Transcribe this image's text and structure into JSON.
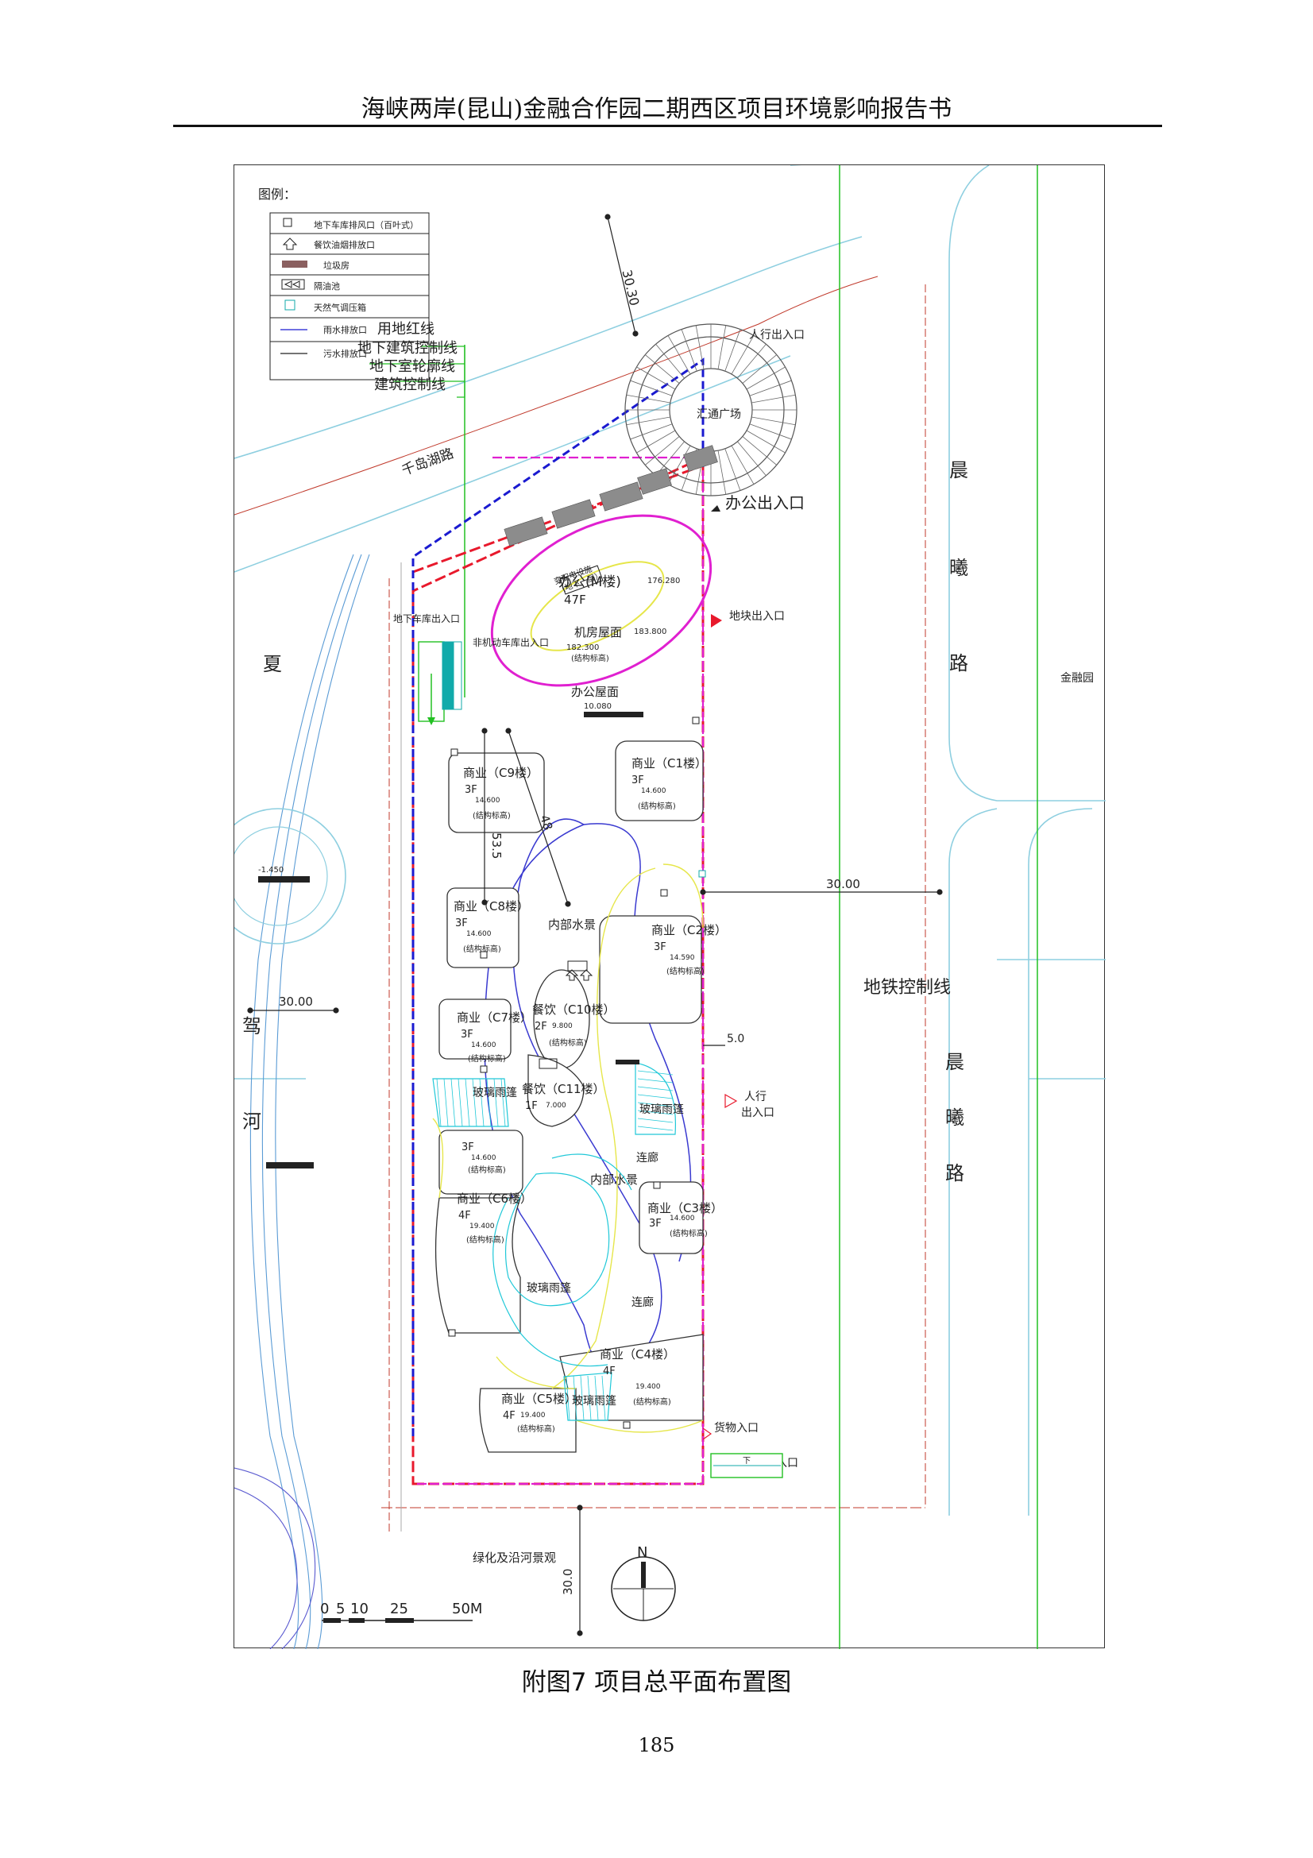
{
  "header": {
    "title": "海峡两岸(昆山)金融合作园二期西区项目环境影响报告书"
  },
  "legend": {
    "title": "图例：",
    "items": [
      {
        "label": "地下车库排风口（百叶式）",
        "icon": "exhaust-vent-icon"
      },
      {
        "label": "餐饮油烟排放口",
        "icon": "fume-outlet-icon"
      },
      {
        "label": "垃圾房",
        "icon": "garbage-room-icon"
      },
      {
        "label": "隔油池",
        "icon": "grease-trap-icon"
      },
      {
        "label": "天然气调压箱",
        "icon": "gas-regulator-icon"
      },
      {
        "label": "雨水排放口",
        "icon": "rainwater-outlet-icon"
      },
      {
        "label": "污水排放口",
        "icon": "sewage-outlet-icon"
      }
    ]
  },
  "boundary_labels": [
    "用地红线",
    "地下建筑控制线",
    "地下室轮廓线",
    "建筑控制线"
  ],
  "roads": {
    "qiandao": "千岛湖路",
    "chenxi_top": [
      "晨",
      "曦",
      "路"
    ],
    "chenxi_bottom": [
      "晨",
      "曦",
      "路"
    ],
    "xiajia_top": "夏",
    "xiajia_bottom": [
      "驾",
      "河"
    ],
    "jinrongyuan": "金融园"
  },
  "dimensions": {
    "d_top": "30.30",
    "d_left": "30.00",
    "d_right": "30.00",
    "d_bottom": "30.0",
    "d_center": "53.5",
    "d_diag": "48",
    "d_small": "5.0"
  },
  "entrances": {
    "pedestrian_top": "人行出入口",
    "office": "办公出入口",
    "plot": "地块出入口",
    "pedestrian_right": [
      "人行",
      "出入口"
    ],
    "cargo": "货物入口",
    "garage_bottom": "地下车库出入口",
    "garage_top": "地下车库出入口",
    "bike": "非机动车库出入口"
  },
  "areas": {
    "plaza": "汇通广场",
    "metro_line": "地铁控制线",
    "green": "绿化及沿河景观",
    "water1": "内部水景",
    "water2": "内部水景",
    "canopy1": "玻璃雨篷",
    "canopy2": "玻璃雨篷",
    "canopy3": "玻璃雨篷",
    "canopy4": "玻璃雨篷",
    "corridor1": "连廊",
    "corridor2": "连廊",
    "substation": [
      "变配电设施",
      "（地下一层）"
    ]
  },
  "office_tower": {
    "name": "办公(M楼)",
    "floors": "47F",
    "machine_roof": "机房屋面",
    "office_roof": "办公屋面",
    "elev_top": "176.280",
    "elev_machine": "182.300",
    "elev_machine2": "183.800",
    "elev_roof": "10.080",
    "struct": "(结构标高)"
  },
  "buildings": [
    {
      "name": "商业（C9楼）",
      "floors": "3F",
      "elev": "14.600",
      "note": "(结构标高)"
    },
    {
      "name": "商业（C1楼）",
      "floors": "3F",
      "elev": "14.600",
      "note": "(结构标高)"
    },
    {
      "name": "商业（C8楼）",
      "floors": "3F",
      "elev": "14.600",
      "note": "(结构标高)"
    },
    {
      "name": "商业（C2楼）",
      "floors": "3F",
      "elev": "14.590",
      "note": "(结构标高)"
    },
    {
      "name": "餐饮（C10楼）",
      "floors": "2F",
      "elev": "9.800",
      "note": "(结构标高)"
    },
    {
      "name": "商业（C7楼）",
      "floors": "3F",
      "elev": "14.600",
      "note": "(结构标高)"
    },
    {
      "name": "餐饮（C11楼）",
      "floors": "1F",
      "elev": "7.000",
      "note": ""
    },
    {
      "name": "",
      "floors": "3F",
      "elev": "14.600",
      "note": "(结构标高)"
    },
    {
      "name": "商业（C6楼）",
      "floors": "4F",
      "elev": "19.400",
      "note": "(结构标高)"
    },
    {
      "name": "商业（C3楼）",
      "floors": "3F",
      "elev": "14.600",
      "note": "(结构标高)"
    },
    {
      "name": "商业（C4楼）",
      "floors": "4F",
      "elev": "19.400",
      "note": "(结构标高)"
    },
    {
      "name": "商业（C5楼）",
      "floors": "4F",
      "elev": "19.400",
      "note": "(结构标高)"
    }
  ],
  "scale_bar": {
    "ticks": [
      "0",
      "5",
      "10",
      "25",
      "50M"
    ]
  },
  "north": "N",
  "ramp_label": "下",
  "elev_pond": "-1.450",
  "caption": "附图7 项目总平面布置图",
  "page_number": "185",
  "colors": {
    "red_line": "#e8192c",
    "magenta": "#e020d0",
    "blue": "#1a1ad0",
    "green": "#22c022",
    "cyan": "#20c8d8",
    "road": "#8ecfe0"
  }
}
